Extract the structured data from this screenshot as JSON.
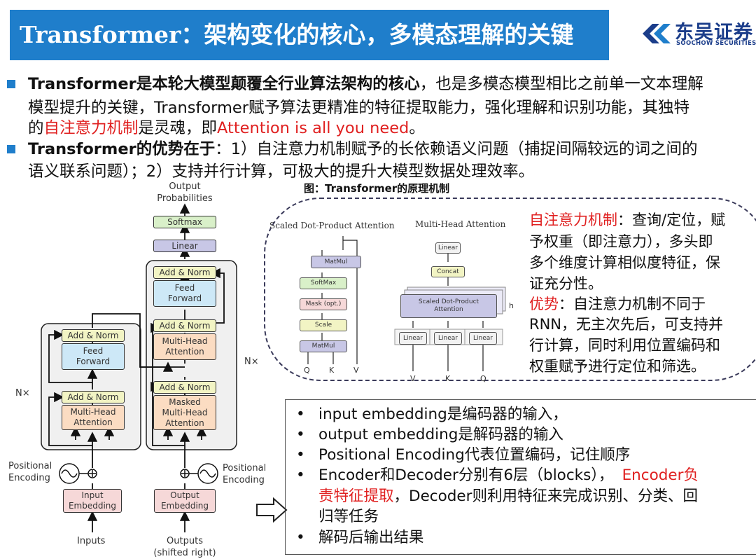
{
  "header": {
    "title_latin": "Transformer",
    "title_cn": "：架构变化的核心，多模态理解的关键",
    "logo_cn": "东吴证券",
    "logo_en": "SOOCHOW SECURITIES"
  },
  "bullets": [
    {
      "bold": "Transformer是本轮大模型颠覆全行业算法架构的核心",
      "line1_rest": "，也是多模态模型相比之前单一文本理解",
      "line2": "模型提升的关键，Transformer赋予算法更精准的特征提取能力，强化理解和识别功能，其独特",
      "line3_a": "的",
      "line3_red1": "自注意力机制",
      "line3_b": "是灵魂，即",
      "line3_red2": "Attention is all you need",
      "line3_c": "。"
    },
    {
      "bold": "Transformer的优势在于",
      "line1_rest": "：1）自注意力机制赋予的长依赖语义问题（捕捉间隔较远的词之间的",
      "line2": "语义联系问题）；2）支持并行计算，可极大的提升大模型数据处理效率。"
    }
  ],
  "figure": {
    "caption": "图：Transformer的原理机制",
    "output_probs": "Output\nProbabilities",
    "softmax": "Softmax",
    "linear": "Linear",
    "add_norm": "Add & Norm",
    "feed_forward": "Feed\nForward",
    "multi_head": "Multi-Head\nAttention",
    "masked_multi_head": "Masked\nMulti-Head\nAttention",
    "nx": "N×",
    "positional_encoding": "Positional\nEncoding",
    "input_embedding": "Input\nEmbedding",
    "output_embedding": "Output\nEmbedding",
    "inputs": "Inputs",
    "outputs": "Outputs\n(shifted right)",
    "sdpa_title": "Scaled Dot-Product Attention",
    "mha_title": "Multi-Head Attention",
    "sdpa_matmul": "MatMul",
    "sdpa_softmax": "SoftMax",
    "sdpa_mask": "Mask (opt.)",
    "sdpa_scale": "Scale",
    "q": "Q",
    "k": "K",
    "v": "V",
    "v_upper": "V",
    "mha_linear": "Linear",
    "mha_concat": "Concat",
    "mha_sdpa": "Scaled Dot-Product\nAttention",
    "h": "h"
  },
  "side_notes": {
    "red1": "自注意力机制",
    "t1a": "：查询/定位，赋",
    "t1b": "予权重（即注意力），多头即",
    "t1c": "多个维度计算相似度特征，保",
    "t1d": "证充分性。",
    "red2": "优势",
    "t2a": "：自注意力机制不同于",
    "t2b": "RNN，无主次先后，可支持并",
    "t2c": "行计算，同时利用位置编码和",
    "t2d": "权重赋予进行定位和筛选。"
  },
  "list": {
    "bullet": "•",
    "items": [
      "input embedding是编码器的输入，",
      "output embedding是解码器的输入",
      "Positional Encoding代表位置编码，记住顺序"
    ],
    "item4_a": "Encoder和Decoder分别有6层（blocks），",
    "item4_red": "Encoder负",
    "item5_red": "责特征提取",
    "item5_b": "，Decoder则利用特征来完成识别、分类、回",
    "item6": "归等任务",
    "item7": "解码后输出结果"
  },
  "colors": {
    "title_bar": "#1f7ecb",
    "accent_red": "#e02020",
    "logo_navy": "#1b3d8a"
  }
}
